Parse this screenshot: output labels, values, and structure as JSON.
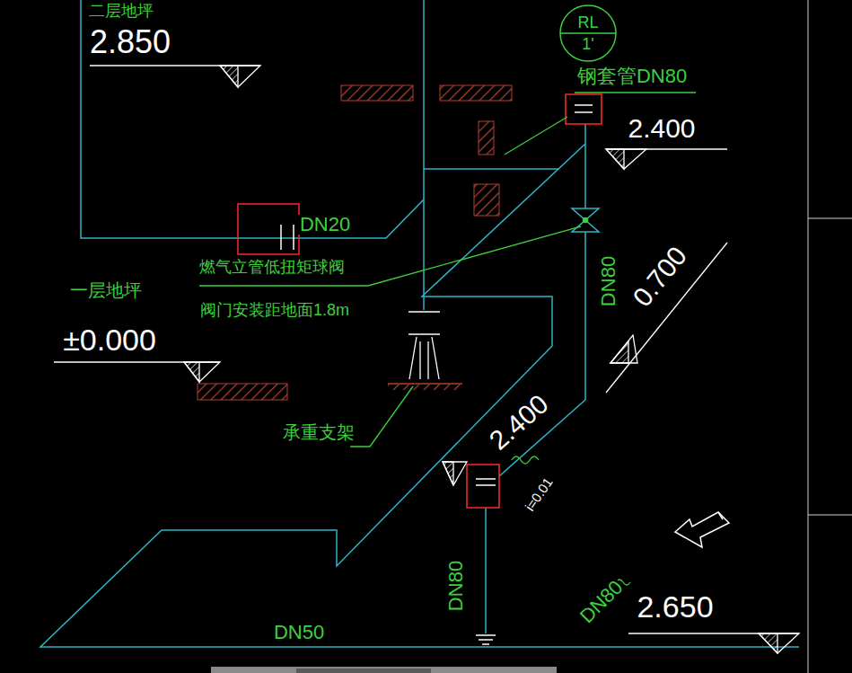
{
  "diagram": {
    "nodes": [
      {
        "text": [
          "RL",
          "1'"
        ]
      }
    ],
    "labels": [
      "二层地坪",
      "2.850",
      "钢套管DN80",
      "2.400",
      "DN20",
      "燃气立管低扭矩球阀",
      "阀门安装距地面1.8m",
      "一层地坪",
      "±0.000",
      "承重支架",
      "DN80",
      "0.700",
      "2.400",
      "i=0.01",
      "DN80",
      "DN80",
      "2.650",
      "DN50"
    ]
  }
}
